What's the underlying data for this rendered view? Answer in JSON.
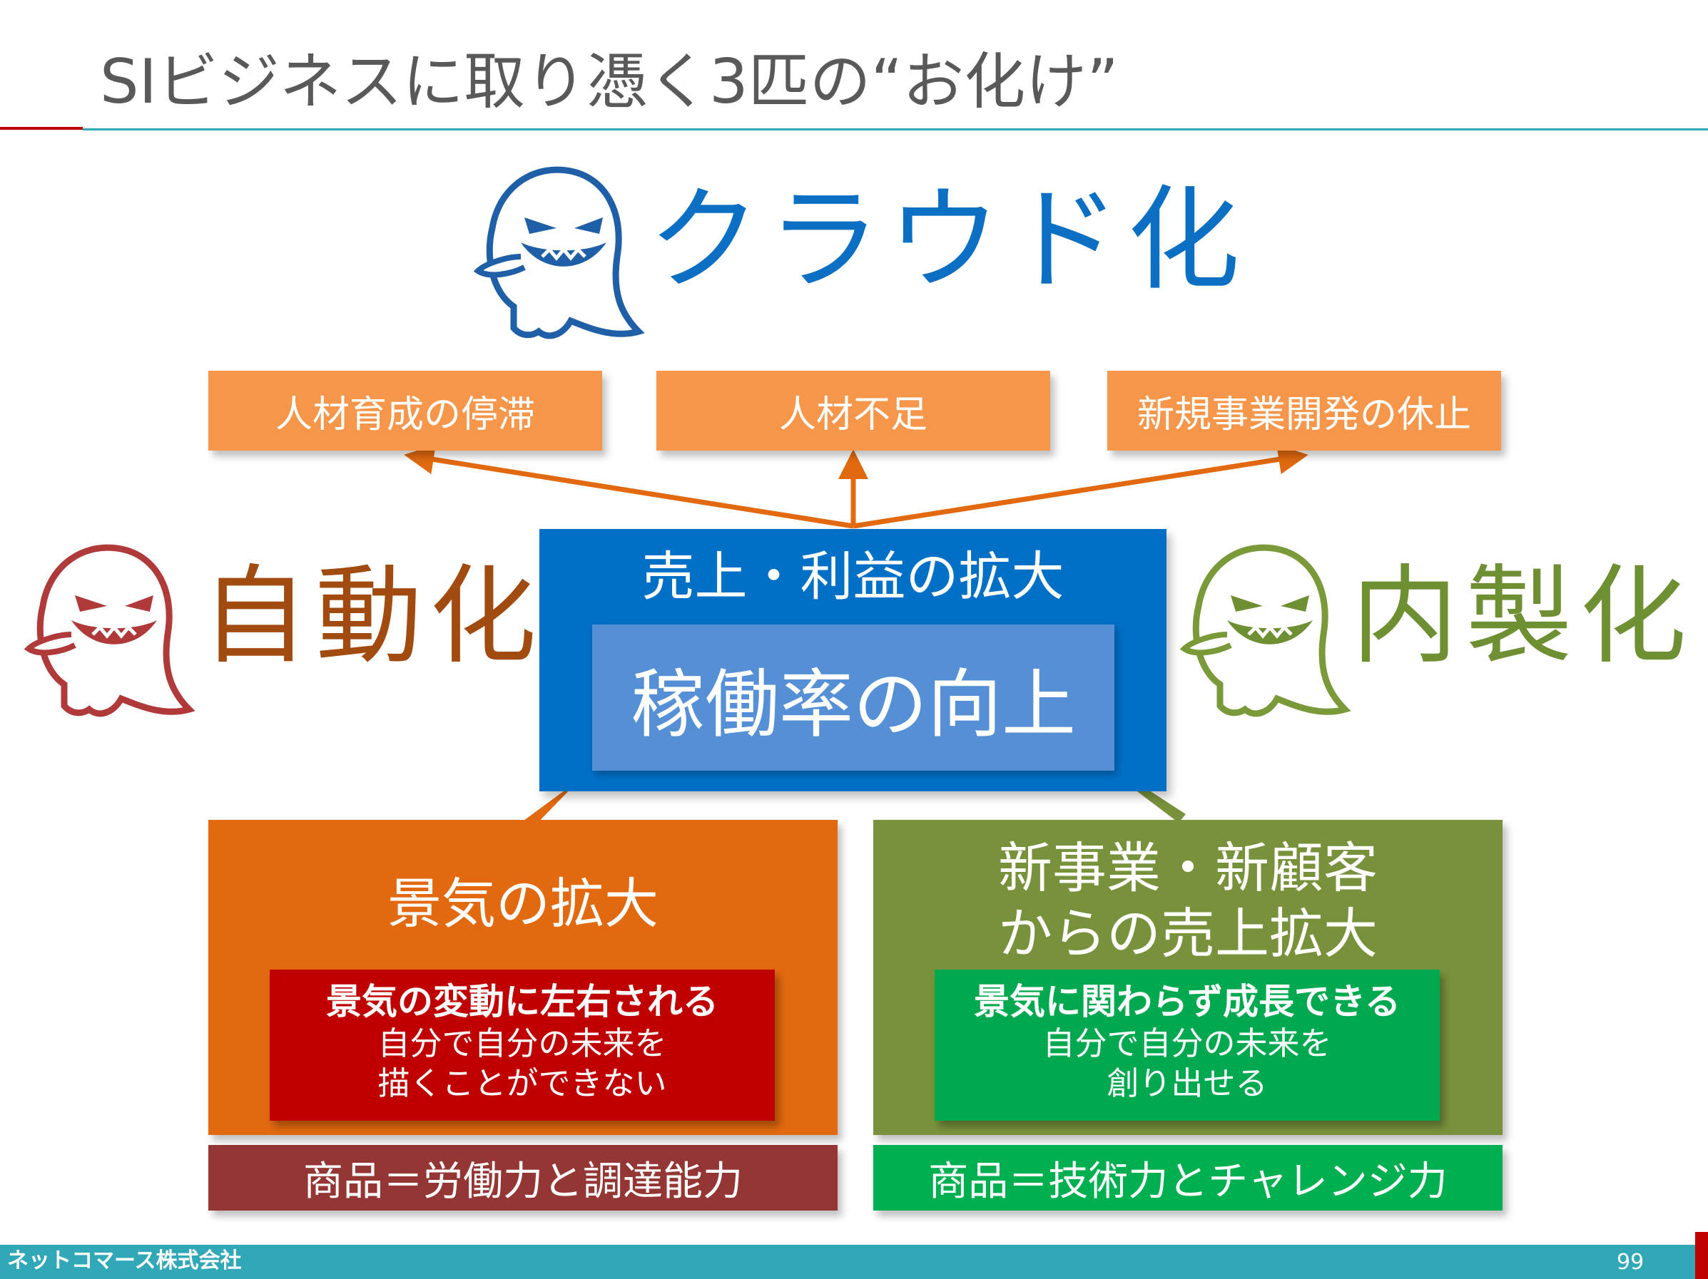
{
  "title": "SIビジネスに取り憑く3匹の“お化け”",
  "ghosts": {
    "cloud": "クラウド化",
    "automation": "自動化",
    "insourcing": "内製化"
  },
  "effects": [
    "人材育成の停滞",
    "人材不足",
    "新規事業開発の休止"
  ],
  "center": {
    "title": "売上・利益の拡大",
    "inner": "稼働率の向上"
  },
  "left_panel": {
    "title": "景気の拡大",
    "note_bold": "景気の変動に左右される",
    "note_line1": "自分で自分の未来を",
    "note_line2": "描くことができない",
    "product": "商品＝労働力と調達能力"
  },
  "right_panel": {
    "title_line1": "新事業・新顧客",
    "title_line2": "からの売上拡大",
    "note_bold": "景気に関わらず成長できる",
    "note_line1": "自分で自分の未来を",
    "note_line2": "創り出せる",
    "product": "商品＝技術力とチャレンジ力"
  },
  "footer": {
    "company": "ネットコマース株式会社",
    "page": "99"
  },
  "colors": {
    "cloud": "#0b6fc3",
    "automation": "#a24b10",
    "insourcing": "#6f8f33",
    "arrow_orange": "#e2690f",
    "arrow_green": "#78923c"
  }
}
